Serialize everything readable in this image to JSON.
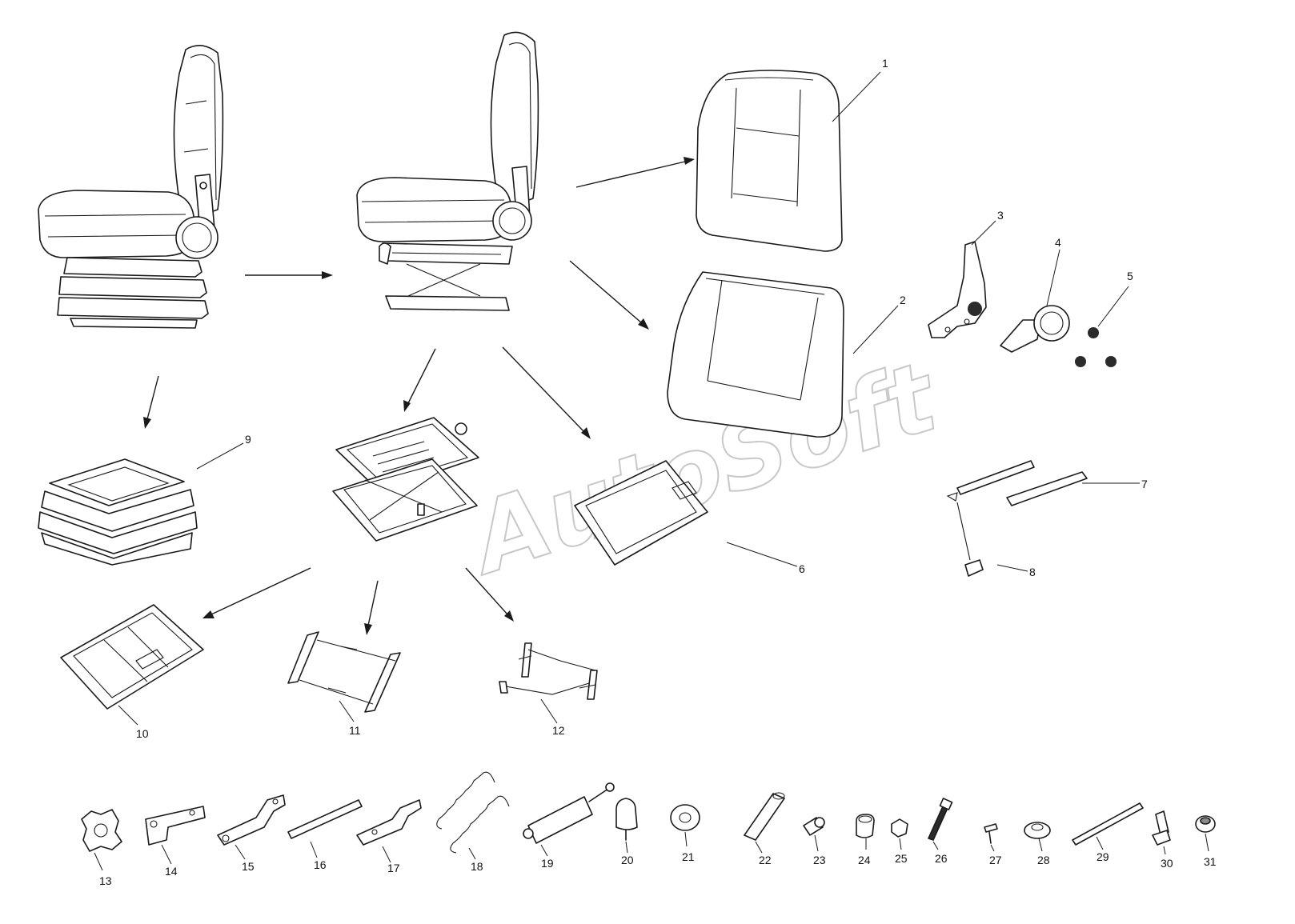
{
  "watermark": {
    "text": "AutoSoft"
  },
  "colors": {
    "line": "#1a1a1a",
    "background": "#ffffff",
    "watermark": "#c8c8c8"
  },
  "callouts": {
    "n1": "1",
    "n2": "2",
    "n3": "3",
    "n4": "4",
    "n5": "5",
    "n6": "6",
    "n7": "7",
    "n8": "8",
    "n9": "9",
    "n10": "10",
    "n11": "11",
    "n12": "12",
    "n13": "13",
    "n14": "14",
    "n15": "15",
    "n16": "16",
    "n17": "17",
    "n18": "18",
    "n19": "19",
    "n20": "20",
    "n21": "21",
    "n22": "22",
    "n23": "23",
    "n24": "24",
    "n25": "25",
    "n26": "26",
    "n27": "27",
    "n28": "28",
    "n29": "29",
    "n30": "30",
    "n31": "31"
  }
}
